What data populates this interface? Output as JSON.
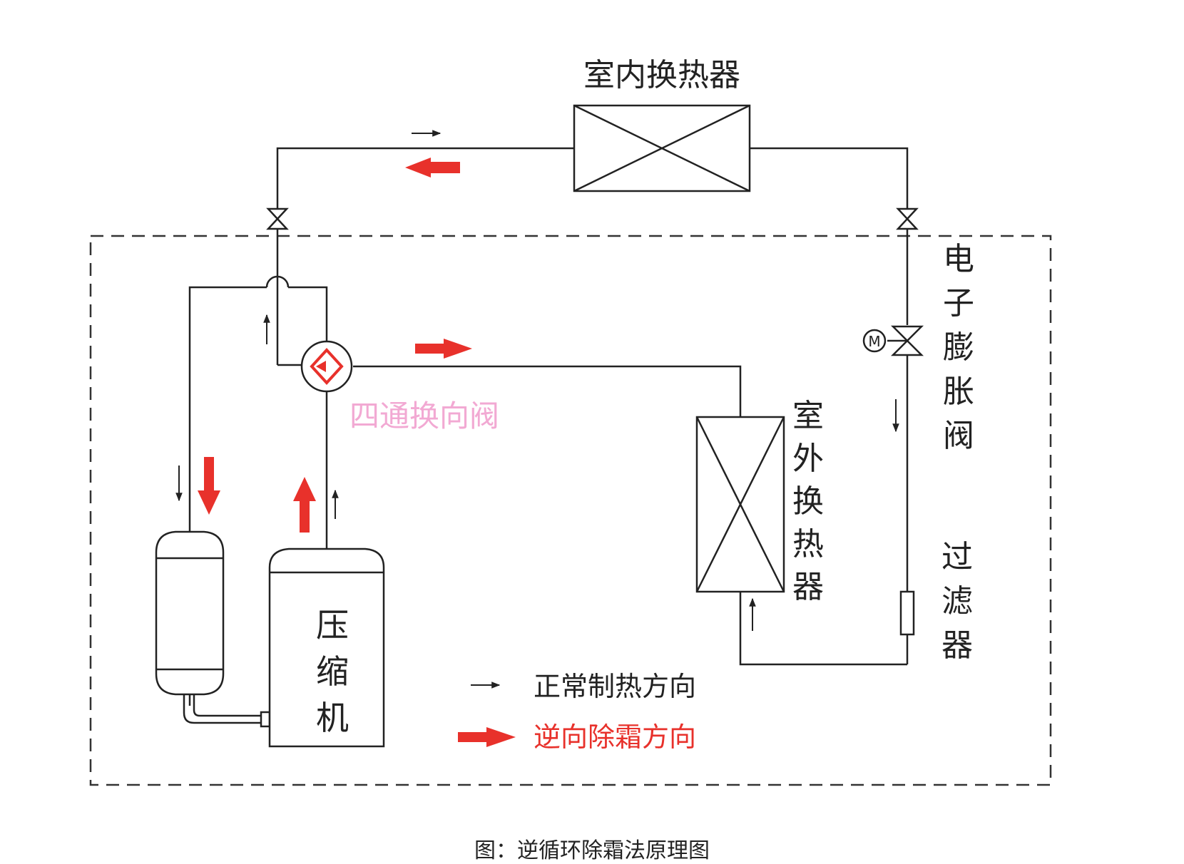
{
  "labels": {
    "indoor_hx": "室内换热器",
    "outdoor_hx": [
      "室",
      "外",
      "换",
      "热",
      "器"
    ],
    "eev": [
      "电",
      "子",
      "膨",
      "胀",
      "阀"
    ],
    "filter": [
      "过",
      "滤",
      "器"
    ],
    "compressor": [
      "压",
      "缩",
      "机"
    ],
    "four_way": "四通换向阀",
    "motor": "M"
  },
  "legend": {
    "normal": "正常制热方向",
    "reverse": "逆向除霜方向"
  },
  "caption": "图：逆循环除霜法原理图",
  "colors": {
    "line": "#222222",
    "reverse_arrow": "#e8312b",
    "four_way_label": "#f2a9d3",
    "reverse_text": "#e8312b"
  }
}
